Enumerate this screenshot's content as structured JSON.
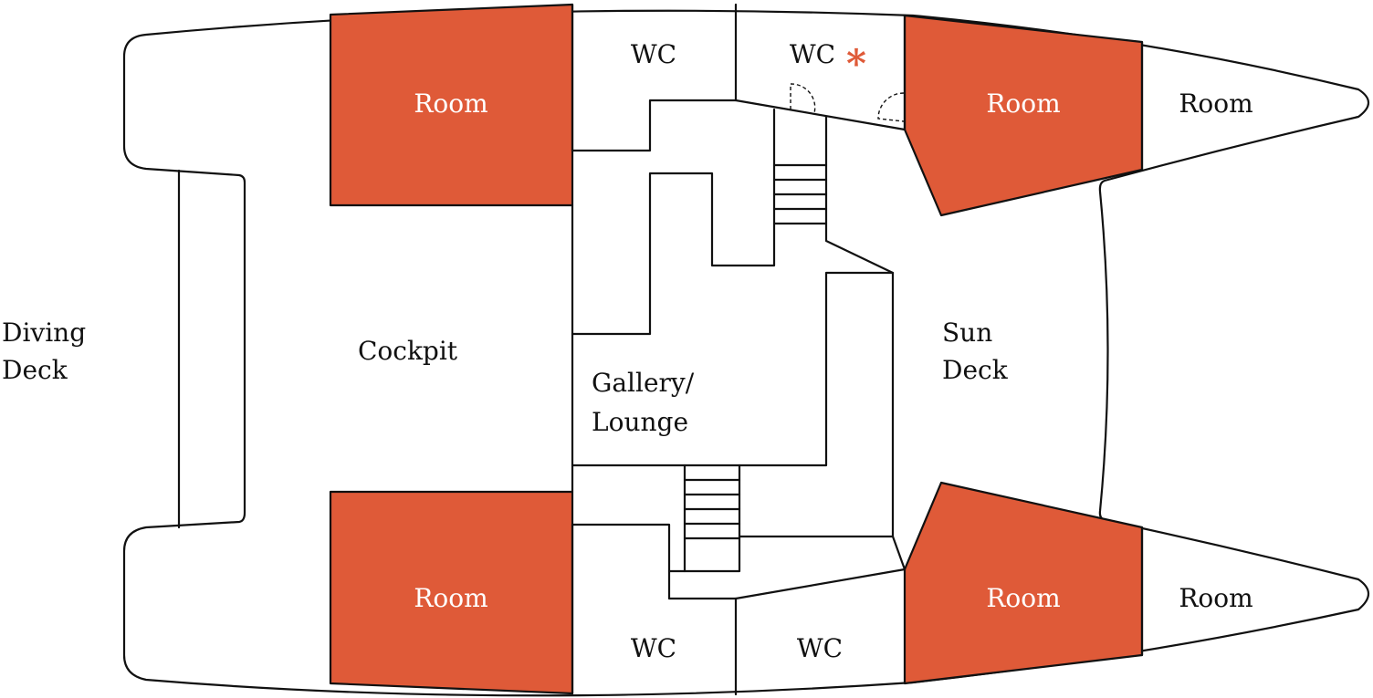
{
  "colors": {
    "accent": "#df5a38",
    "outline": "#111111",
    "background": "#ffffff"
  },
  "labels": {
    "diving_deck": [
      "Diving",
      "Deck"
    ],
    "cockpit": "Cockpit",
    "gallery_lounge": [
      "Gallery/",
      "Lounge"
    ],
    "sun_deck": [
      "Sun",
      "Deck"
    ],
    "room_top_left": "Room",
    "room_top_middle": "Room",
    "room_top_bow": "Room",
    "room_bottom_left": "Room",
    "room_bottom_middle": "Room",
    "room_bottom_bow": "Room",
    "wc_top_left": "WC",
    "wc_top_right": "WC",
    "wc_bottom_left": "WC",
    "wc_bottom_right": "WC",
    "asterisk": "*"
  }
}
